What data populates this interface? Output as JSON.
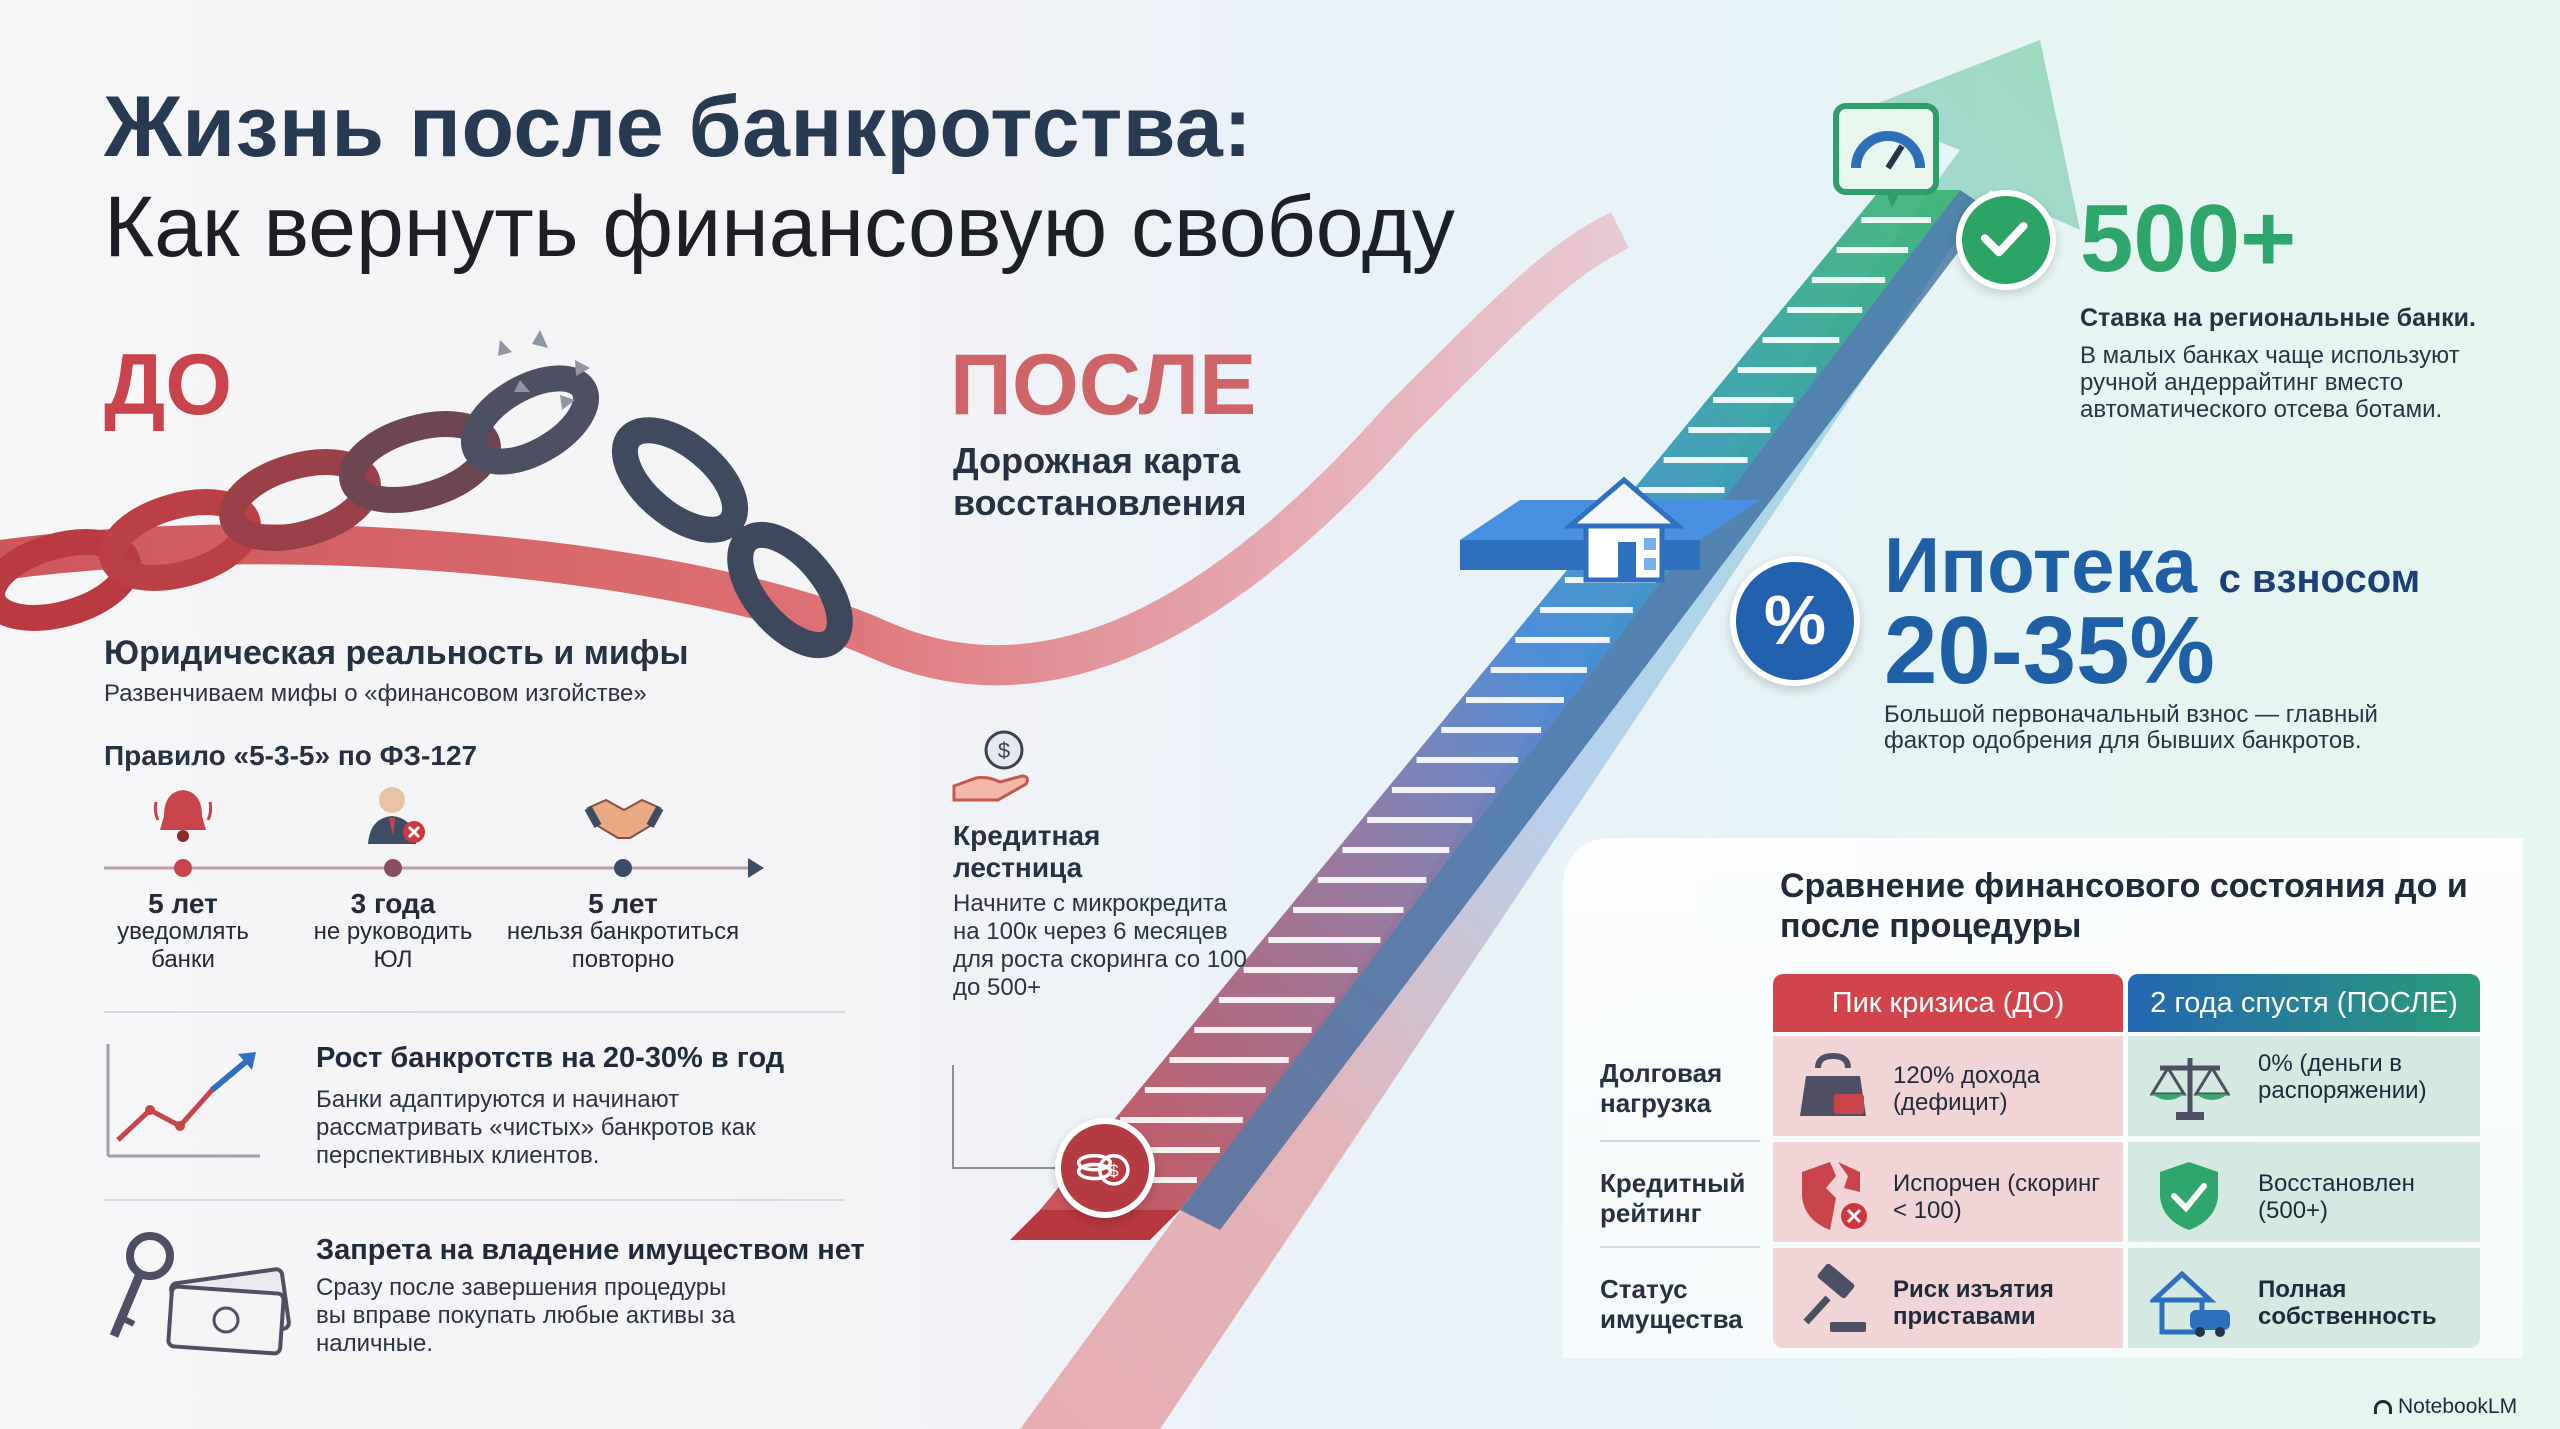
{
  "header": {
    "title_line1": "Жизнь после банкротства:",
    "title_line2": "Как вернуть финансовую свободу"
  },
  "before": {
    "label": "ДО",
    "legal_title": "Юридическая реальность и мифы",
    "legal_subtitle": "Развенчиваем мифы о «финансовом изгойстве»",
    "rule_title": "Правило «5-3-5» по ФЗ-127",
    "timeline": [
      {
        "icon": "bell-icon",
        "value": "5 лет",
        "desc_line1": "уведомлять",
        "desc_line2": "банки"
      },
      {
        "icon": "manager-icon",
        "value": "3 года",
        "desc_line1": "не руководить",
        "desc_line2": "ЮЛ"
      },
      {
        "icon": "handshake-icon",
        "value": "5 лет",
        "desc_line1": "нельзя банкротиться",
        "desc_line2": "повторно"
      }
    ],
    "growth": {
      "icon": "growth-chart-icon",
      "title": "Рост банкротств на 20-30% в год",
      "text": "Банки адаптируются и начинают рассматривать «чистых» банкротов как перспективных клиентов."
    },
    "property": {
      "icon": "keys-money-icon",
      "title": "Запрета на владение имуществом нет",
      "text": "Сразу после завершения процедуры вы вправе покупать любые активы за наличные."
    }
  },
  "after": {
    "label": "ПОСЛЕ",
    "roadmap": "Дорожная карта восстановления",
    "ladder": {
      "icon": "hand-coin-icon",
      "title": "Кредитная лестница",
      "text": "Начните с микрокредита на 100к через 6 месяцев для роста скоринга со 100 до 500+"
    }
  },
  "stat_score": {
    "icon": "check-icon",
    "value": "500+",
    "subtitle": "Ставка на региональные банки.",
    "text": "В малых банках чаще используют ручной андеррайтинг вместо автоматического отсева ботами."
  },
  "stat_mortgage": {
    "icon": "percent-icon",
    "title": "Ипотека",
    "title_suffix": "с взносом",
    "value": "20-35%",
    "text": "Большой первоначальный взнос — главный фактор одобрения для бывших банкротов."
  },
  "comparison": {
    "title": "Сравнение финансового состояния до и после процедуры",
    "col_before": "Пик кризиса (ДО)",
    "col_after": "2 года спустя (ПОСЛЕ)",
    "rows": [
      {
        "label": "Долговая нагрузка",
        "before_icon": "debt-weight-icon",
        "before": "120% дохода (дефицит)",
        "after_icon": "scales-icon",
        "after": "0% (деньги в распоряжении)"
      },
      {
        "label": "Кредитный рейтинг",
        "before_icon": "broken-shield-icon",
        "before": "Испорчен (скоринг < 100)",
        "after_icon": "shield-check-icon",
        "after": "Восстановлен (500+)"
      },
      {
        "label": "Статус имущества",
        "before_icon": "gavel-icon",
        "before": "Риск изъятия приставами",
        "after_icon": "house-car-icon",
        "after": "Полная собственность"
      }
    ]
  },
  "brand": "NotebookLM",
  "colors": {
    "red": "#c9434a",
    "blue": "#1f5fa6",
    "green": "#2ea56b",
    "dark": "#273a52"
  }
}
